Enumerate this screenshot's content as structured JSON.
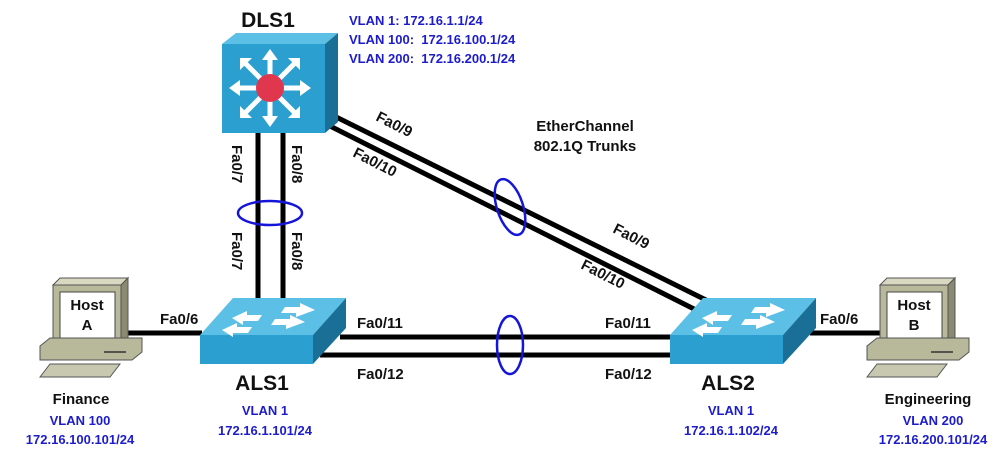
{
  "devices": {
    "dls1": {
      "name": "DLS1",
      "vlans": [
        "VLAN 1: 172.16.1.1/24",
        "VLAN 100:  172.16.100.1/24",
        "VLAN 200:  172.16.200.1/24"
      ]
    },
    "als1": {
      "name": "ALS1",
      "vlan": "VLAN 1",
      "ip": "172.16.1.101/24"
    },
    "als2": {
      "name": "ALS2",
      "vlan": "VLAN 1",
      "ip": "172.16.1.102/24"
    },
    "host_a": {
      "line1": "Host",
      "line2": "A",
      "dept": "Finance",
      "vlan": "VLAN 100",
      "ip": "172.16.100.101/24"
    },
    "host_b": {
      "line1": "Host",
      "line2": "B",
      "dept": "Engineering",
      "vlan": "VLAN 200",
      "ip": "172.16.200.101/24"
    }
  },
  "ports": {
    "dls1_als1_a": "Fa0/7",
    "dls1_als1_b": "Fa0/8",
    "als1_dls1_a": "Fa0/7",
    "als1_dls1_b": "Fa0/8",
    "dls1_als2_a": "Fa0/9",
    "dls1_als2_b": "Fa0/10",
    "als2_dls1_a": "Fa0/9",
    "als2_dls1_b": "Fa0/10",
    "als1_als2_a": "Fa0/11",
    "als1_als2_b": "Fa0/12",
    "als2_als1_a": "Fa0/11",
    "als2_als1_b": "Fa0/12",
    "als1_hosta": "Fa0/6",
    "als2_hostb": "Fa0/6"
  },
  "annotation": {
    "line1": "EtherChannel",
    "line2": "802.1Q Trunks"
  },
  "colors": {
    "switch": "#2b9fd0",
    "switch_dark": "#1a6f96",
    "label_blue": "#1c1ccc",
    "etherchannel": "#1515d8",
    "router_core": "#e0364e"
  }
}
